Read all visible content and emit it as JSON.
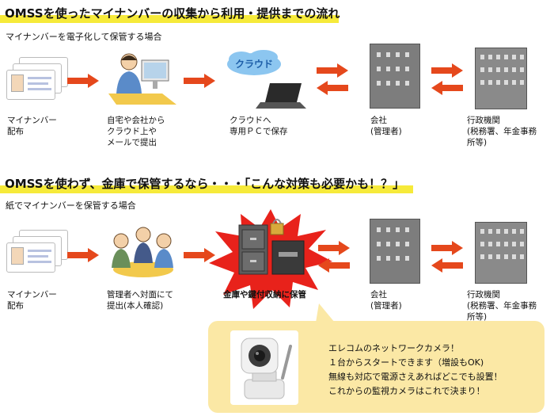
{
  "colors": {
    "highlight": "#f6ea3a",
    "arrow": "#e5481c",
    "burst": "#e8221b",
    "callout_bg": "#fbe8a5",
    "cloud": "#8cc6f0"
  },
  "section1": {
    "title": "OMSSを使ったマイナンバーの収集から利用・提供までの流れ",
    "subtitle": "マイナンバーを電子化して保管する場合",
    "steps": [
      {
        "icon": "id-cards-icon",
        "caption": "マイナンバー\n配布"
      },
      {
        "icon": "person-at-computer-icon",
        "caption": "自宅や会社から\nクラウド上や\nメールで提出"
      },
      {
        "icon": "cloud-laptop-icon",
        "cloud_label": "クラウド",
        "caption": "クラウドへ\n専用ＰＣで保存"
      },
      {
        "icon": "company-building-icon",
        "caption": "会社\n(管理者)"
      },
      {
        "icon": "government-building-icon",
        "caption": "行政機関\n(税務署、年金事務\n所等)"
      }
    ]
  },
  "section2": {
    "title": "OMSSを使わず、金庫で保管するなら・・・「こんな対策も必要かも！？」",
    "subtitle": "紙でマイナンバーを保管する場合",
    "steps": [
      {
        "icon": "id-cards-icon",
        "caption": "マイナンバー\n配布"
      },
      {
        "icon": "meeting-people-icon",
        "caption": "管理者へ対面にて\n提出(本人確認)"
      },
      {
        "icon": "safe-cabinet-icon",
        "caption": "金庫や鍵付収納に保管"
      },
      {
        "icon": "company-building-icon",
        "caption": "会社\n(管理者)"
      },
      {
        "icon": "government-building-icon",
        "caption": "行政機関\n(税務署、年金事務\n所等)"
      }
    ]
  },
  "callout": {
    "icon": "network-camera-icon",
    "lines": [
      "エレコムのネットワークカメラ！",
      "１台からスタートできます（増設もOK)",
      "無線も対応で電源さえあればどこでも設置！",
      "これからの監視カメラはこれで決まり！"
    ]
  }
}
